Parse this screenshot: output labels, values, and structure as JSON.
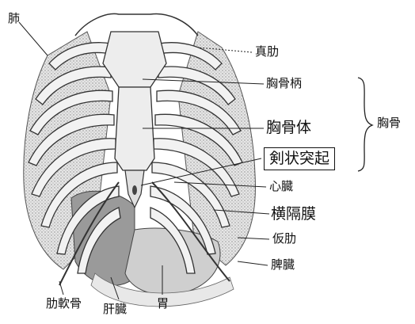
{
  "labels": {
    "lung": "肺",
    "true_ribs": "真肋",
    "manubrium": "胸骨柄",
    "sternum_body": "胸骨体",
    "xiphoid": "剣状突起",
    "sternum": "胸骨",
    "heart": "心臓",
    "diaphragm": "横隔膜",
    "false_ribs": "仮肋",
    "spleen": "脾臓",
    "costal_cartilage": "肋軟骨",
    "liver": "肝臓",
    "stomach": "胃"
  }
}
